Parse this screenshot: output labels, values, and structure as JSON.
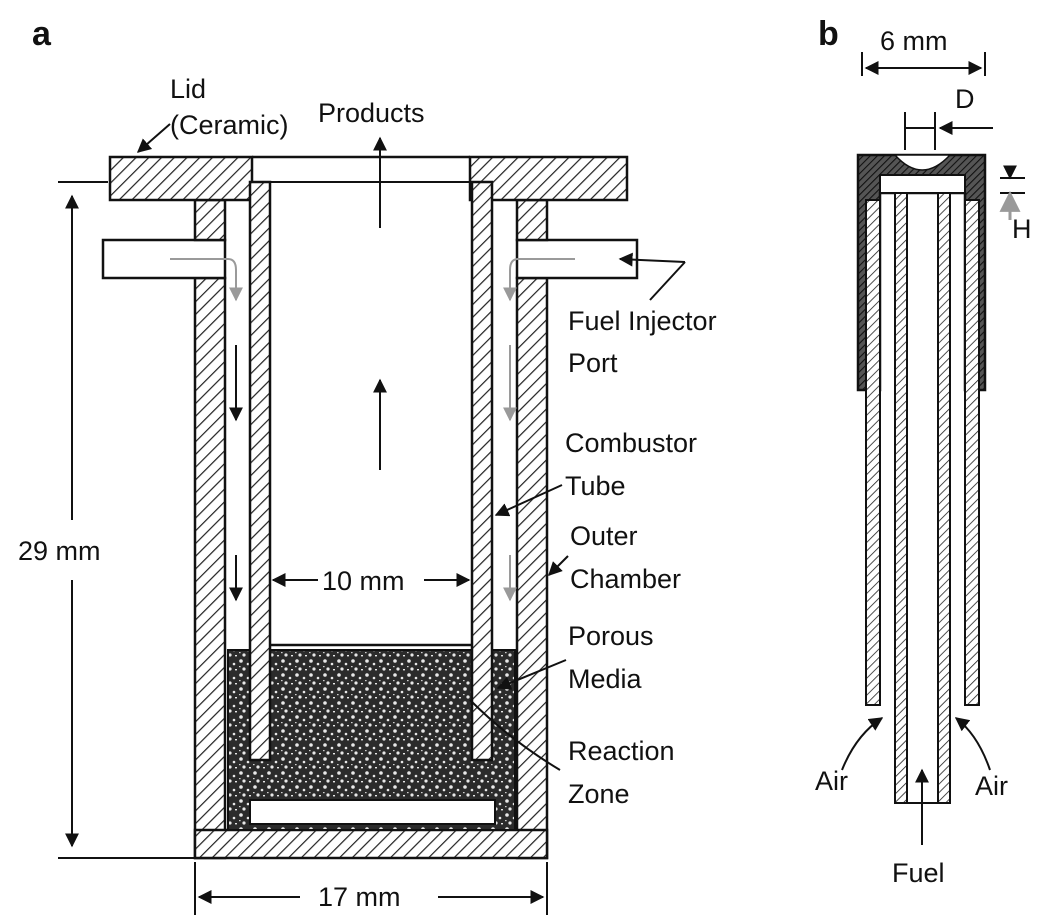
{
  "panel_a": {
    "letter": "a",
    "lid_label_1": "Lid",
    "lid_label_2": "(Ceramic)",
    "products_label": "Products",
    "fuel_port_1": "Fuel Injector",
    "fuel_port_2": "Port",
    "combustor_1": "Combustor",
    "combustor_2": "Tube",
    "outer_1": "Outer",
    "outer_2": "Chamber",
    "porous_1": "Porous",
    "porous_2": "Media",
    "reaction_1": "Reaction",
    "reaction_2": "Zone",
    "height_dim": "29 mm",
    "inner_dim": "10 mm",
    "outer_dim": "17 mm"
  },
  "panel_b": {
    "letter": "b",
    "width_dim": "6 mm",
    "d_label": "D",
    "h_label": "H",
    "air_left": "Air",
    "air_right": "Air",
    "fuel_label": "Fuel"
  },
  "colors": {
    "line": "#111111",
    "hatch": "#222222",
    "porous_dark": "#2b2b2b",
    "porous_light": "#e8e8e8",
    "gray_arrow": "#9a9a9a"
  }
}
